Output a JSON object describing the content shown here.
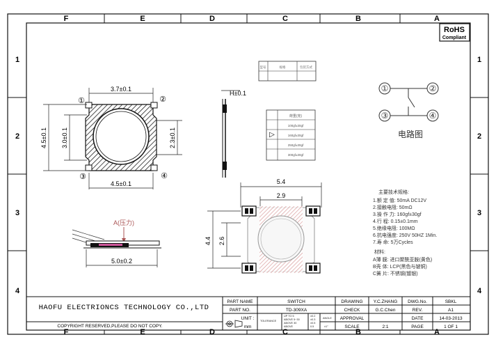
{
  "grid": {
    "columns_top": [
      "F",
      "E",
      "D",
      "C",
      "B",
      "A"
    ],
    "columns_bottom": [
      "F",
      "E",
      "D",
      "C",
      "B",
      "A"
    ],
    "rows_left": [
      "1",
      "2",
      "3",
      "4"
    ],
    "rows_right": [
      "1",
      "2",
      "3",
      "4"
    ]
  },
  "rohs": {
    "line1": "RoHS",
    "line2": "Compliant"
  },
  "top_view": {
    "dim_top": "3.7±0.1",
    "dim_left_outer": "4.5±0.1",
    "dim_left_inner": "3.0±0.1",
    "dim_right": "2.3±0.1",
    "dim_bottom": "4.5±0.1",
    "pins": [
      "①",
      "②",
      "③",
      "④"
    ]
  },
  "side_view": {
    "dim_h": "H±0.1"
  },
  "small_table": {
    "headers": [
      "型号",
      "规格",
      "包装方式"
    ],
    "row": [
      "",
      "",
      ""
    ]
  },
  "force_table": {
    "header": "荷重(克)",
    "arrow": "▷",
    "rows": [
      "100gf±30gf",
      "160gf±30gf",
      "250gf±30gf",
      "300gf±30gf"
    ]
  },
  "circuit": {
    "pins": [
      "①",
      "②",
      "③",
      "④"
    ],
    "caption": "电路图"
  },
  "pad_layout": {
    "dim_outer": "5.4",
    "dim_inner": "2.9",
    "dim_height_outer": "4.4",
    "dim_height_inner": "2.6"
  },
  "press_view": {
    "label": "A(压力)",
    "dim_bottom": "5.0±0.2"
  },
  "specs": {
    "title": "主要技术规格:",
    "items": [
      "1.额 定 值: 50mA DC12V",
      "2.接触电阻: 50mΩ",
      "3.操 作 力: 160gf±30gf",
      "4.行    程: 0.15±0.1mm",
      "5.绝缘电阻: 100MΩ",
      "6.抗电强度: 250V 50HZ 1Min.",
      "7.寿    命: 5万Cycles"
    ],
    "material_title": "材料:",
    "materials": [
      "A薄   膜: 进口聚酰亚胺(黄色)",
      "B壳   体: LCP(黑色与铍铜)",
      "C簧   片: 不锈钢(镀银)"
    ]
  },
  "title_block": {
    "company": "HAOFU ELECTRIONCS TECHNOLOGY CO.,LTD",
    "copyright": "COPYRIGHT RESERVED,PLEASE DO NOT COPY.",
    "part_name_label": "PART NAME",
    "part_name": "SWITCH",
    "part_no_label": "PART NO.",
    "part_no": "TD-309XA",
    "unit_label": "UNIT :",
    "unit": "mm",
    "tolerance_label": "TOLERANCE",
    "tolerance_values": [
      "UP TO 5",
      "ABOVE 5~30",
      "ABOVE 30",
      "ABOVE"
    ],
    "tolerance_pm": [
      "±0.2",
      "±0.3",
      "±0.5",
      "0.5"
    ],
    "angle_label": "ANGLE",
    "angle_value": "±1°",
    "drawing_label": "DRAWING",
    "drawing": "Y.C.ZHANG",
    "check_label": "CHECK",
    "check": "G.C.Chen",
    "approval_label": "APPROVAL",
    "approval": "",
    "scale_label": "SCALE",
    "scale": "2:1",
    "dwg_no_label": "DWG.No.",
    "dwg_no": "SBKL",
    "rev_label": "REV.",
    "rev": "A1",
    "date_label": "DATE",
    "date": "14-03-2013",
    "page_label": "PAGE",
    "page": "1 OF 1"
  }
}
